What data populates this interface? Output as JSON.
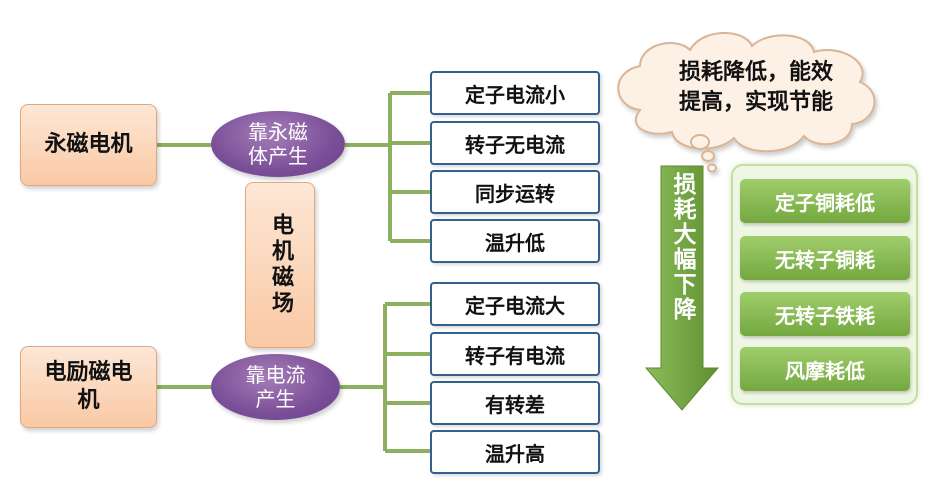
{
  "permanent": {
    "source": "永磁电机",
    "mechanism": [
      "靠永磁",
      "体产生"
    ],
    "effects": [
      "定子电流小",
      "转子无电流",
      "同步运转",
      "温升低"
    ]
  },
  "excited": {
    "source": [
      "电励磁电",
      "机"
    ],
    "mechanism": [
      "靠电流",
      "产生"
    ],
    "effects": [
      "定子电流大",
      "转子有电流",
      "有转差",
      "温升高"
    ]
  },
  "magnetic_field": "电机磁场",
  "cloud": [
    "损耗降低，能效",
    "提高，实现节能"
  ],
  "arrow": "损耗大幅下降",
  "benefits": [
    "定子铜耗低",
    "无转子铜耗",
    "无转子铁耗",
    "风摩耗低"
  ],
  "colors": {
    "connector_green": "#8db060",
    "leaf_border": "#355f8f",
    "oval_purple": "#7b4f98",
    "arrow_green": "#6f9e3e"
  }
}
